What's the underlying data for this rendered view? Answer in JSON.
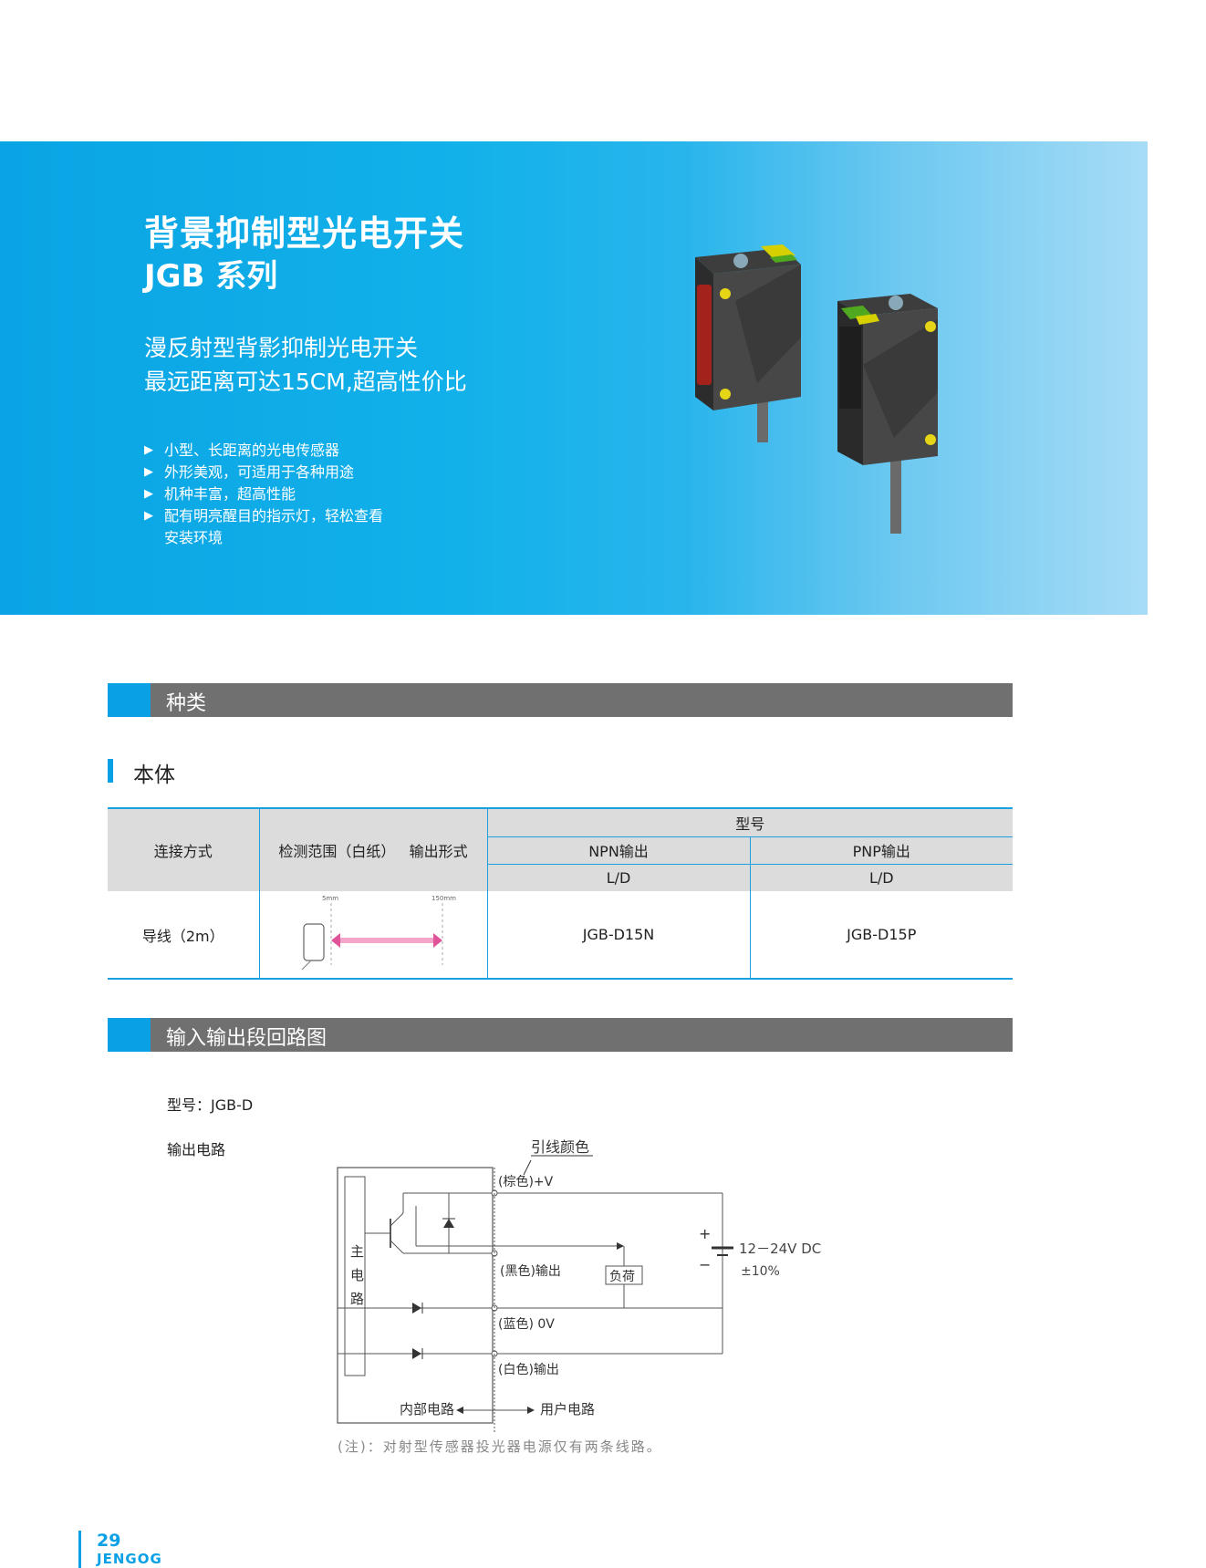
{
  "banner": {
    "title": "背景抑制型光电开关",
    "series": "JGB 系列",
    "subtitle_line1": "漫反射型背影抑制光电开关",
    "subtitle_line2": "最远距离可达15CM,超高性价比",
    "features": [
      "小型、长距离的光电传感器",
      "外形美观，可适用于各种用途",
      "机种丰富，超高性能",
      "配有明亮醒目的指示灯，轻松查看"
    ],
    "features_cont": "安装环境"
  },
  "section_types": {
    "label": "种类"
  },
  "sub_body": {
    "label": "本体"
  },
  "table": {
    "h_connection": "连接方式",
    "h_range": "检测范围（白纸）",
    "h_output": "输出形式",
    "h_model": "型号",
    "h_npn": "NPN输出",
    "h_pnp": "PNP输出",
    "ld_npn": "L/D",
    "ld_pnp": "L/D",
    "row_connection": "导线（2m）",
    "range_min": "5mm",
    "range_max": "150mm",
    "row_npn": "JGB-D15N",
    "row_pnp": "JGB-D15P"
  },
  "section_io": {
    "label": "输入输出段回路图"
  },
  "model_label": "型号：JGB-D",
  "output_label": "输出电路",
  "circuit": {
    "lead_color_title": "引线颜色",
    "main_circuit": [
      "主",
      "电",
      "路"
    ],
    "brown": "(棕色)+V",
    "black": "(黑色)输出",
    "blue": "(蓝色) 0V",
    "white": "(白色)输出",
    "load": "负荷",
    "plus": "+",
    "minus": "−",
    "voltage": "12－24V DC",
    "tolerance": "±10%",
    "internal": "内部电路",
    "user": "用户电路"
  },
  "note": "(注)：对射型传感器投光器电源仅有两条线路。",
  "footer": {
    "page": "29",
    "brand": "JENGOG"
  }
}
